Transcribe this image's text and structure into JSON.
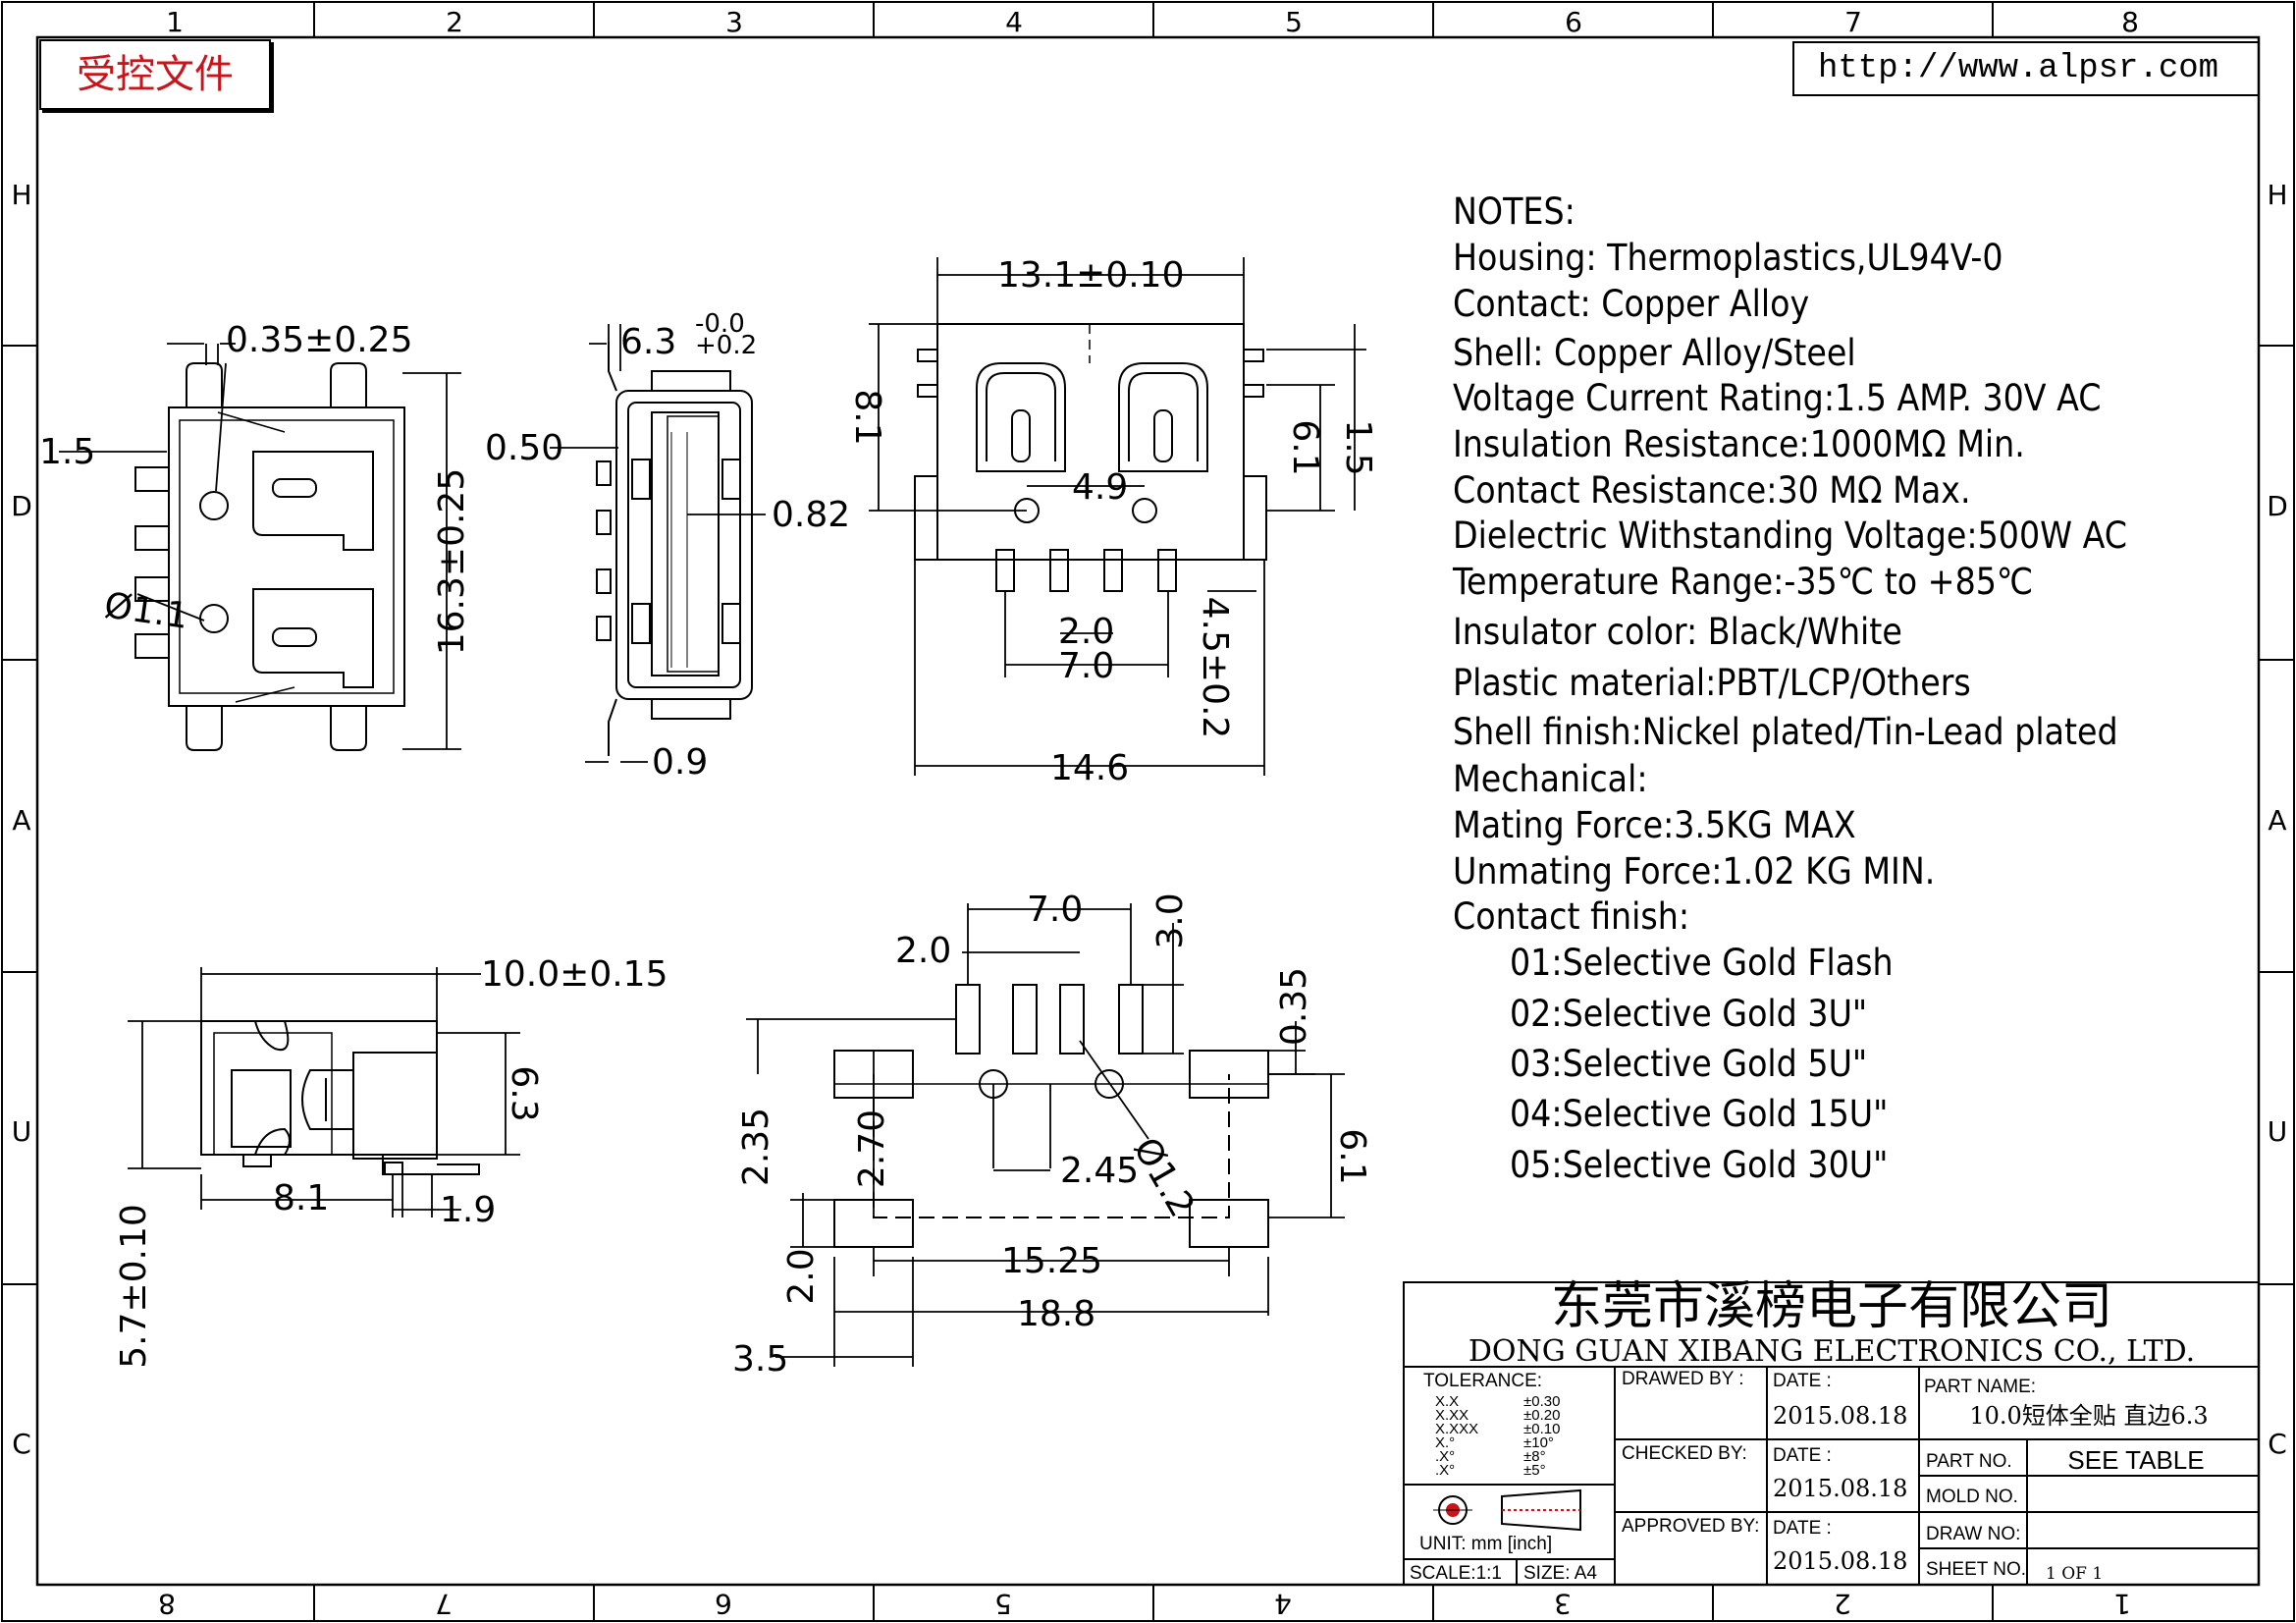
{
  "frame": {
    "col_labels_top": [
      "1",
      "2",
      "3",
      "4",
      "5",
      "6",
      "7",
      "8"
    ],
    "col_labels_bottom": [
      "8",
      "7",
      "6",
      "5",
      "4",
      "3",
      "2",
      "1"
    ],
    "row_labels_left": [
      "H",
      "D",
      "A",
      "U",
      "C"
    ],
    "row_labels_right": [
      "H",
      "D",
      "A",
      "U",
      "C"
    ]
  },
  "stamp": "受控文件",
  "url": "http://www.alpsr.com",
  "notes": {
    "title": "NOTES:",
    "lines": [
      "Housing:  Thermoplastics,UL94V-0",
      "Contact:  Copper Alloy",
      "Shell:  Copper Alloy/Steel",
      "Voltage Current Rating:1.5 AMP. 30V AC",
      "Insulation Resistance:1000MΩ Min.",
      "Contact Resistance:30 MΩ Max.",
      "Dielectric Withstanding Voltage:500W AC",
      "Temperature Range:-35℃ to +85℃",
      "Insulator color: Black/White",
      "Plastic material:PBT/LCP/Others",
      "Shell finish:Nickel plated/Tin-Lead plated",
      "Mechanical:",
      "Mating Force:3.5KG MAX",
      "Unmating Force:1.02 KG MIN.",
      "Contact finish:"
    ],
    "finish_options": [
      "01:Selective Gold Flash",
      "02:Selective Gold 3U\"",
      "03:Selective Gold 5U\"",
      "04:Selective Gold 15U\"",
      "05:Selective Gold 30U\""
    ]
  },
  "dims": {
    "top_view": [
      "0.35±0.25",
      "1.5",
      "Ø1.1",
      "16.3±0.25"
    ],
    "side_view": [
      "6.3",
      "-0.0",
      "+0.2",
      "0.50",
      "0.82",
      "0.9"
    ],
    "front_view": [
      "13.1±0.10",
      "8.1",
      "6.1",
      "1.5",
      "4.9",
      "2.0",
      "7.0",
      "4.5±0.2",
      "14.6"
    ],
    "bottom_side_view": [
      "10.0±0.15",
      "6.3",
      "5.7±0.10",
      "8.1",
      "1.9"
    ],
    "footprint": [
      "7.0",
      "2.0",
      "3.0",
      "0.35",
      "2.35",
      "2.70",
      "2.45",
      "Ø1.2",
      "6.1",
      "2.0",
      "15.25",
      "18.8",
      "3.5"
    ]
  },
  "title_block": {
    "company_cn": "东莞市溪榜电子有限公司",
    "company_en": "DONG GUAN XIBANG ELECTRONICS CO., LTD.",
    "tolerance_label": "TOLERANCE:",
    "tolerance_rows": [
      {
        "fmt": "X.X",
        "val": "±0.30"
      },
      {
        "fmt": "X.XX",
        "val": "±0.20"
      },
      {
        "fmt": "X.XXX",
        "val": "±0.10"
      },
      {
        "fmt": "X.°",
        "val": "±10°"
      },
      {
        "fmt": ".X°",
        "val": "±8°"
      },
      {
        "fmt": ".X°",
        "val": "±5°"
      }
    ],
    "unit_label": "UNIT:  mm  [inch]",
    "scale_label": "SCALE:1:1",
    "size_label": "SIZE:  A4",
    "drawn_by": "DRAWED BY :",
    "checked_by": "CHECKED BY:",
    "approved_by": "APPROVED BY:",
    "date_label": "DATE  :",
    "dates": [
      "2015.08.18",
      "2015.08.18",
      "2015.08.18"
    ],
    "part_name_label": "PART NAME:",
    "part_name": "10.0短体全贴 直边6.3",
    "part_no_label": "PART NO.",
    "part_no": "SEE TABLE",
    "mold_no_label": "MOLD NO.",
    "draw_no_label": "DRAW NO:",
    "sheet_no_label": "SHEET NO.",
    "sheet_no": "1 OF 1"
  }
}
